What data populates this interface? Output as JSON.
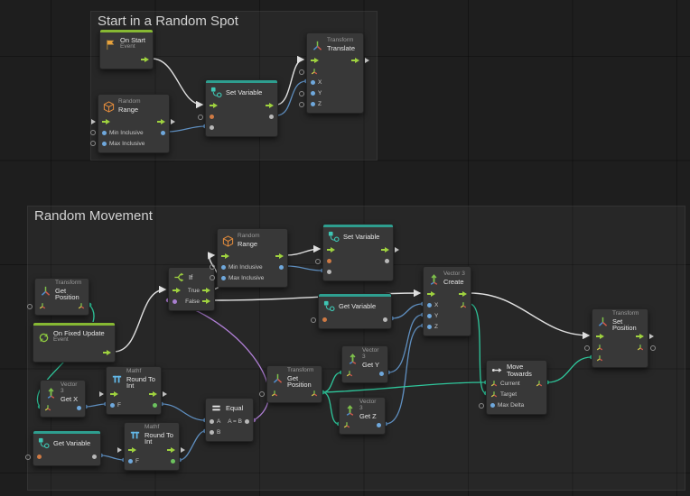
{
  "groups": [
    {
      "title": "Start in a Random Spot"
    },
    {
      "title": "Random Movement"
    }
  ],
  "nodes": [
    {
      "title": "On Start",
      "subtitle": "Event"
    },
    {
      "subtitle": "Random",
      "title": "Range",
      "ports": {
        "min": "Min Inclusive",
        "max": "Max Inclusive"
      }
    },
    {
      "title": "Set Variable"
    },
    {
      "subtitle": "Transform",
      "title": "Translate",
      "ports": {
        "x": "X",
        "y": "Y",
        "z": "Z"
      }
    },
    {
      "subtitle": "Transform",
      "title": "Get Position"
    },
    {
      "title": "On Fixed Update",
      "subtitle": "Event"
    },
    {
      "title": "If",
      "ports": {
        "true": "True",
        "false": "False"
      }
    },
    {
      "subtitle": "Random",
      "title": "Range",
      "ports": {
        "min": "Min Inclusive",
        "max": "Max Inclusive"
      }
    },
    {
      "title": "Set Variable"
    },
    {
      "title": "Get Variable"
    },
    {
      "subtitle": "Vector 3",
      "title": "Get X"
    },
    {
      "subtitle": "Mathf",
      "title": "Round To Int",
      "ports": {
        "f": "F"
      }
    },
    {
      "title": "Get Variable"
    },
    {
      "subtitle": "Mathf",
      "title": "Round To Int",
      "ports": {
        "f": "F"
      }
    },
    {
      "title": "Equal",
      "ports": {
        "a": "A",
        "b": "B",
        "out": "A = B"
      }
    },
    {
      "subtitle": "Transform",
      "title": "Get Position"
    },
    {
      "subtitle": "Vector 3",
      "title": "Get Y"
    },
    {
      "subtitle": "Vector 3",
      "title": "Get Z"
    },
    {
      "subtitle": "Vector 3",
      "title": "Create",
      "ports": {
        "x": "X",
        "y": "Y",
        "z": "Z"
      }
    },
    {
      "title": "Move Towards",
      "ports": {
        "current": "Current",
        "target": "Target",
        "maxdelta": "Max Delta"
      }
    },
    {
      "subtitle": "Transform",
      "title": "Set Position"
    }
  ],
  "colors": {
    "flow_wire": "#e0e0e0",
    "float_wire": "#5f8fc0",
    "vector_wire": "#2fc79c",
    "boolean_wire": "#b07fd6",
    "event_bar": "#86b833",
    "variable_bar": "#2e9e8f",
    "flow_port": "#9fd23f"
  }
}
